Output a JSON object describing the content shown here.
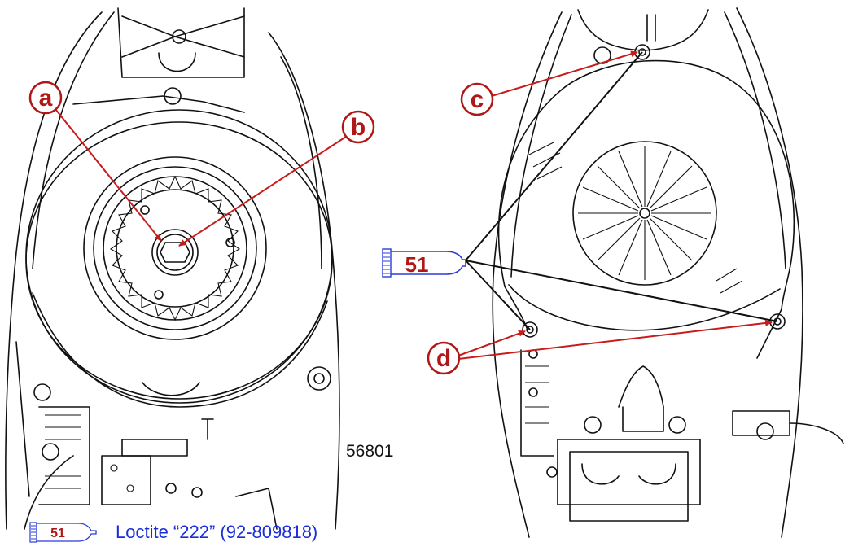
{
  "callouts": {
    "a": "a",
    "b": "b",
    "c": "c",
    "d": "d"
  },
  "figure_number": "56801",
  "sealant_tube": {
    "number": "51"
  },
  "legend": {
    "tube_number": "51",
    "text": "Loctite “222” (92-809818)"
  },
  "colors": {
    "callout_red": "#b01818",
    "arrow_red": "#c81b1b",
    "legend_blue": "#1a2ed8",
    "tube_blue": "#2a3bd8"
  }
}
